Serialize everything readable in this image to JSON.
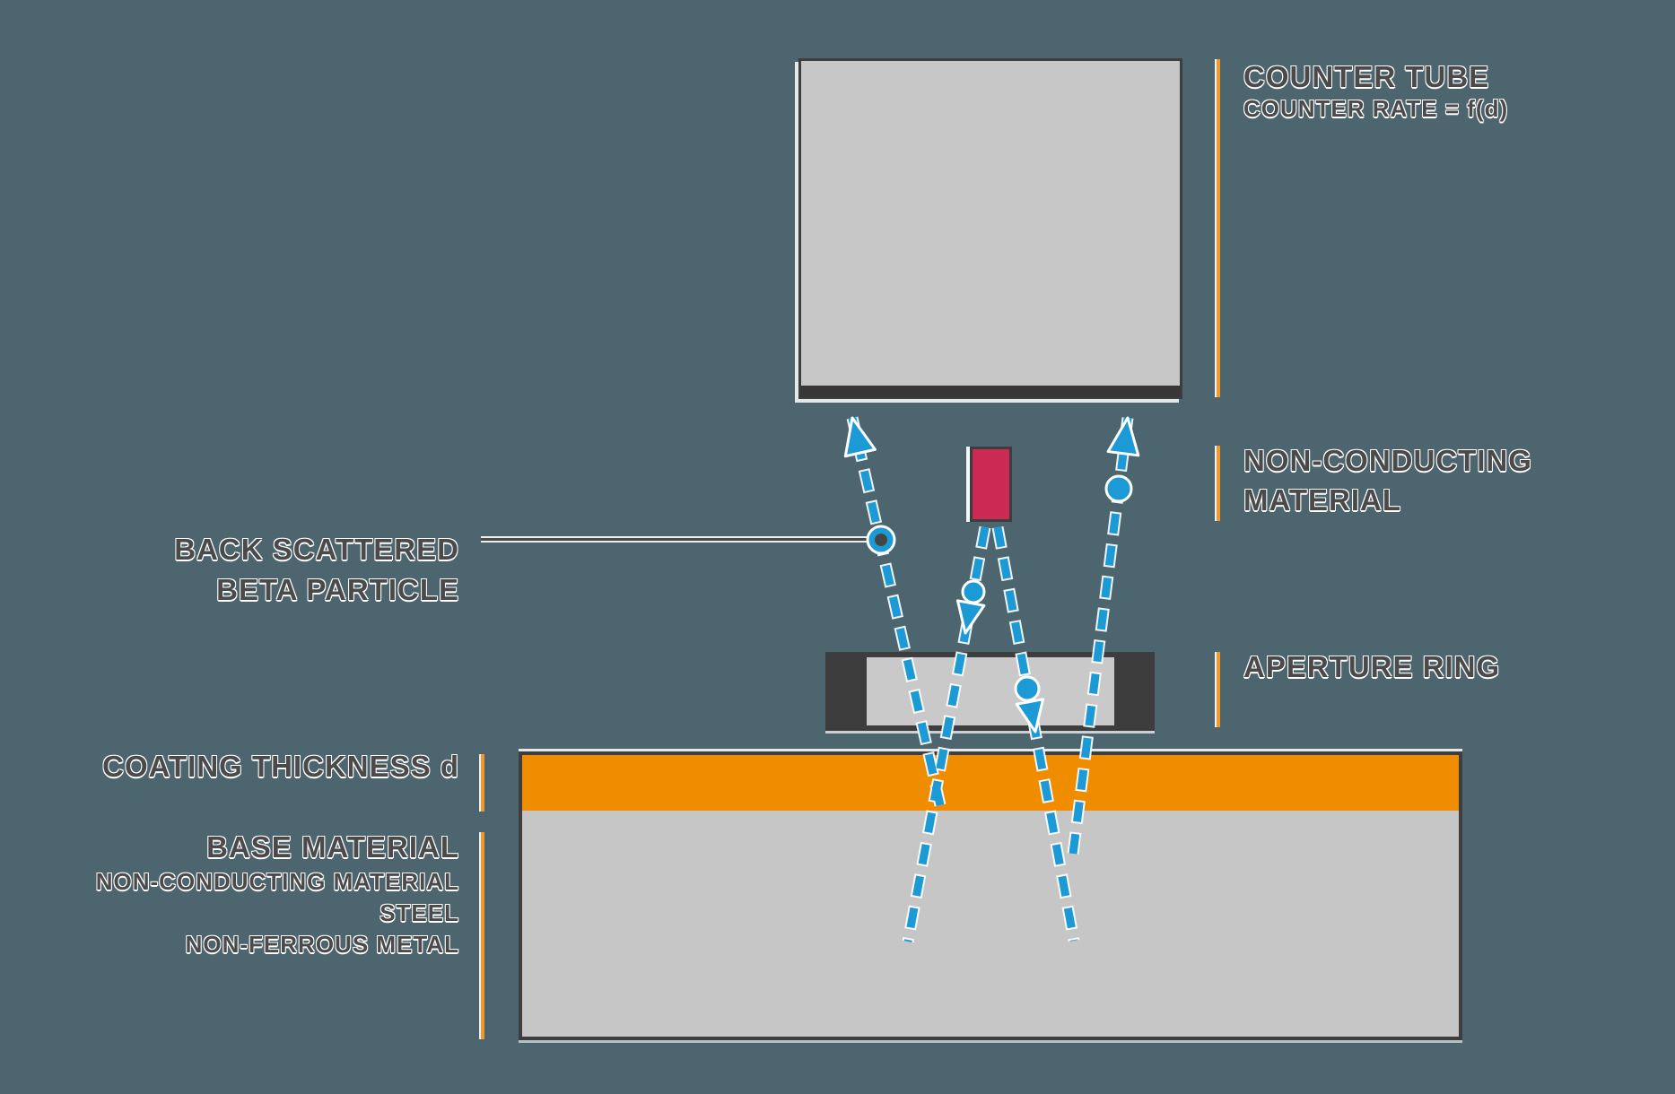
{
  "diagram": {
    "title_context": "Beta backscatter coating thickness measurement",
    "labels": {
      "counter_tube": "COUNTER TUBE",
      "counter_rate": "COUNTER RATE = f(d)",
      "non_conducting_line1": "NON-CONDUCTING",
      "non_conducting_line2": "MATERIAL",
      "aperture_ring": "APERTURE RING",
      "back_scattered_line1": "BACK SCATTERED",
      "back_scattered_line2": "BETA PARTICLE",
      "coating_thickness": "COATING THICKNESS d",
      "base_material": "BASE MATERIAL",
      "base_material_option1": "NON-CONDUCTING MATERIAL",
      "base_material_option2": "STEEL",
      "base_material_option3": "NON-FERROUS METAL"
    },
    "colors": {
      "background": "#4c656e",
      "beta_particle_blue": "#1b9ad6",
      "isotope_source_red": "#cb2a55",
      "coating_orange": "#ef8c00",
      "callout_bar_orange": "#ef9a2e",
      "block_light_gray": "#c7c7c7",
      "outline_dark_gray": "#3e3e3e",
      "text_gray": "#4a4a4a"
    },
    "icons": {
      "beta_trajectory": "blue-dashed-arrow",
      "scatter_point": "blue-dot",
      "labeled_scatter_point": "blue-donut-dot"
    }
  }
}
